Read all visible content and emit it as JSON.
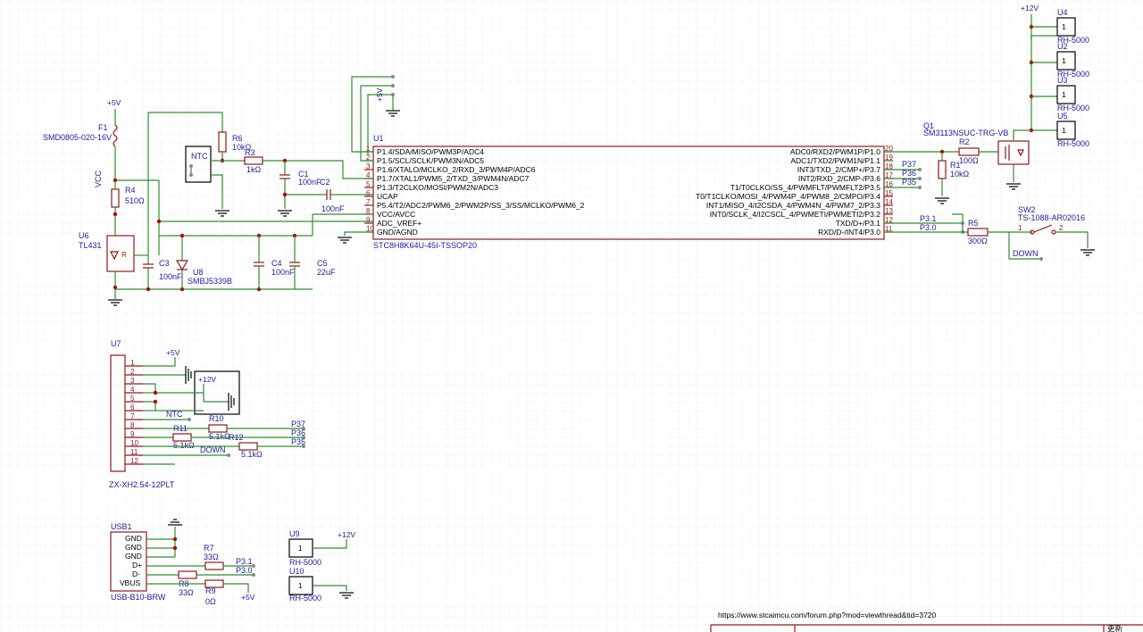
{
  "url": "https://www.stcaimcu.com/forum.php?mod=viewthread&tid=3720",
  "title_fragment": "更新",
  "u1": {
    "ref": "U1",
    "part": "STC8H8K64U-45I-TSSOP20",
    "left_pins": [
      {
        "num": "1",
        "name": "P1.4/SDA/MISO/PWM3P/ADC4"
      },
      {
        "num": "2",
        "name": "P1.5/SCL/SCLK/PWM3N/ADC5"
      },
      {
        "num": "3",
        "name": "P1.6/XTALO/MCLKO_2/RXD_3/PWM4P/ADC6"
      },
      {
        "num": "4",
        "name": "P1.7/XTAL1/PWM5_2/TXD_3/PWM4N/ADC7"
      },
      {
        "num": "5",
        "name": "P1.3/T2CLKO/MOSI/PWM2N/ADC3"
      },
      {
        "num": "6",
        "name": "UCAP"
      },
      {
        "num": "7",
        "name": "P5.4/T2/ADC2/PWM6_2/PWM2P/SS_3/SS/MCLKO/PWM6_2"
      },
      {
        "num": "8",
        "name": "VCC/AVCC"
      },
      {
        "num": "9",
        "name": "ADC_VREF+"
      },
      {
        "num": "10",
        "name": "GND/AGND"
      }
    ],
    "right_pins": [
      {
        "num": "20",
        "name": "ADC0/RXD2/PWM1P/P1.0"
      },
      {
        "num": "19",
        "name": "ADC1/TXD2/PWM1N/P1.1"
      },
      {
        "num": "18",
        "name": "INT3/TXD_2/CMP+/P3.7"
      },
      {
        "num": "17",
        "name": "INT2/RXD_2/CMP-/P3.6"
      },
      {
        "num": "16",
        "name": "T1/T0CLKO/SS_4/PWMFLT/PWMFLT2/P3.5"
      },
      {
        "num": "15",
        "name": "T0/T1CLKO/MOSI_4/PWM4P_4/PWM8_2/CMPO/P3.4"
      },
      {
        "num": "14",
        "name": "INT1/MISO_4/I2CSDA_4/PWM4N_4/PWM7_2/P3.3"
      },
      {
        "num": "13",
        "name": "INT0/SCLK_4/I2CSCL_4/PWMETI/PWMETI2/P3.2"
      },
      {
        "num": "12",
        "name": "TXD/D+/P3.1"
      },
      {
        "num": "11",
        "name": "RXD/D-/INT4/P3.0"
      }
    ]
  },
  "net_labels": {
    "p37": "P37",
    "p36": "P36",
    "p35": "P35",
    "p31": "P3.1",
    "p30": "P3.0",
    "down": "DOWN",
    "ntc": "NTC",
    "vcc": "VCC",
    "plus5": "+5V",
    "plus12": "+12V"
  },
  "components": {
    "f1_ref": "F1",
    "f1_val": "SMD0805-020-16V",
    "r4_ref": "R4",
    "r4_val": "510Ω",
    "u6_ref": "U6",
    "u6_val": "TL431",
    "c3_ref": "C3",
    "c3_val": "100nF",
    "u8_ref": "U8",
    "u8_val": "SMBJ5339B",
    "r6_ref": "R6",
    "r6_val": "10kΩ",
    "r3_ref": "R3",
    "r3_val": "1kΩ",
    "c1_ref": "C1",
    "c1_val": "100nF",
    "c2_ref": "C2",
    "c2_val": "100nF",
    "c4_ref": "C4",
    "c4_val": "100nF",
    "c5_ref": "C5",
    "c5_val": "22uF",
    "ntc_box": "NTC",
    "q1_ref": "Q1",
    "q1_val": "SM3113NSUC-TRG-VB",
    "r2_ref": "R2",
    "r2_val": "100Ω",
    "r1_ref": "R1",
    "r1_val": "10kΩ",
    "r5_ref": "R5",
    "r5_val": "300Ω",
    "sw2_ref": "SW2",
    "sw2_val": "TS-1088-AR02016",
    "u4_ref": "U4",
    "u2_ref": "U2",
    "u3_ref": "U3",
    "u5_ref": "U5",
    "rh": "RH-5000",
    "u7_ref": "U7",
    "u7_val": "ZX-XH2.54-12PLT",
    "r10_ref": "R10",
    "r10_val": "5.1kΩ",
    "r11_ref": "R11",
    "r11_val": "5.1kΩ",
    "r12_ref": "R12",
    "r12_val": "5.1kΩ",
    "usb_ref": "USB1",
    "usb_val": "USB-B10-BRW",
    "usb_pins": [
      "GND",
      "GND",
      "GND",
      "D+",
      "D-",
      "VBUS"
    ],
    "r7_ref": "R7",
    "r7_val": "33Ω",
    "r8_ref": "R8",
    "r8_val": "33Ω",
    "r9_ref": "R9",
    "r9_val": "0Ω",
    "u9_ref": "U9",
    "u10_ref": "U10",
    "one": "1"
  },
  "colors": {
    "wire": "#2f8f2f",
    "body": "#8b1a1a",
    "text": "#2020a0",
    "junction": "#b30000",
    "grid": "#eeeeee"
  }
}
